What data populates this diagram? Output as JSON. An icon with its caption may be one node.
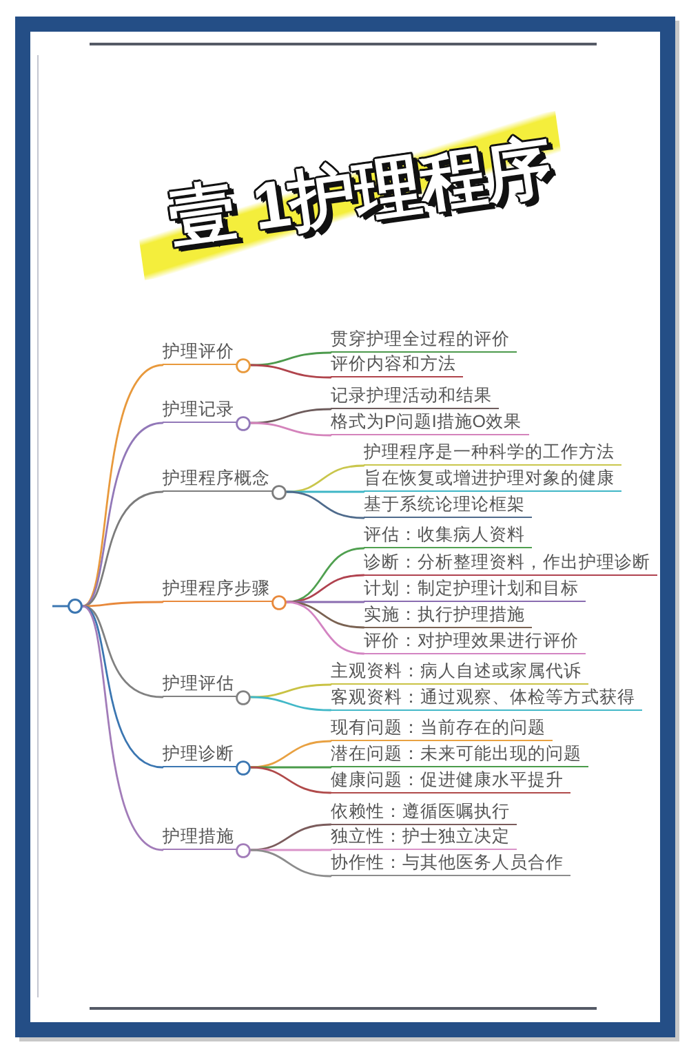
{
  "diagram": {
    "title": "壹 1护理程序",
    "nodes": [
      {
        "text": [],
        "shape": "circle"
      },
      {
        "text": [
          "护理评价"
        ]
      },
      {
        "text": [
          "贯穿护理全过程的评价"
        ]
      },
      {
        "text": [
          "评价内容和方法"
        ]
      },
      {
        "text": [
          "护理记录"
        ]
      },
      {
        "text": [
          "记录护理活动和结果"
        ]
      },
      {
        "text": [
          "格式为P问题I措施O效果"
        ]
      },
      {
        "text": [
          "护理程序概念"
        ]
      },
      {
        "text": [
          "护理程序是一种科学的工作方法"
        ]
      },
      {
        "text": [
          "旨在恢复或增进护理对象的健康"
        ]
      },
      {
        "text": [
          "基于系统论理论框架"
        ]
      },
      {
        "text": [
          "护理程序步骤"
        ]
      },
      {
        "text": [
          "评估：收集病人资料"
        ]
      },
      {
        "text": [
          "诊断：分析整理资料，作出护理诊断"
        ]
      },
      {
        "text": [
          "计划：制定护理计划和目标"
        ]
      },
      {
        "text": [
          "实施：执行护理措施"
        ]
      },
      {
        "text": [
          "评价：对护理效果进行评价"
        ]
      },
      {
        "text": [
          "护理评估"
        ]
      },
      {
        "text": [
          "主观资料：病人自述或家属代诉"
        ]
      },
      {
        "text": [
          "客观资料：通过观察、体检等方式获得"
        ]
      },
      {
        "text": [
          "护理诊断"
        ]
      },
      {
        "text": [
          "现有问题：当前存在的问题"
        ]
      },
      {
        "text": [
          "潜在问题：未来可能出现的问题"
        ]
      },
      {
        "text": [
          "健康问题：促进健康水平提升"
        ]
      },
      {
        "text": [
          "护理措施"
        ]
      },
      {
        "text": [
          "依赖性：遵循医嘱执行"
        ]
      },
      {
        "text": [
          "独立性：护士独立决定"
        ]
      },
      {
        "text": [
          "协作性：与其他医务人员合作"
        ]
      }
    ],
    "edges": [
      {
        "from": 0,
        "to": 1,
        "arrow": "none",
        "color": "#e8993c"
      },
      {
        "from": 1,
        "to": 2,
        "arrow": "none",
        "color": "#4c9a4c"
      },
      {
        "from": 1,
        "to": 3,
        "arrow": "none",
        "color": "#b0444c"
      },
      {
        "from": 0,
        "to": 4,
        "arrow": "none",
        "color": "#9278b8"
      },
      {
        "from": 4,
        "to": 5,
        "arrow": "none",
        "color": "#6e5c5c"
      },
      {
        "from": 4,
        "to": 6,
        "arrow": "none",
        "color": "#d483bb"
      },
      {
        "from": 0,
        "to": 7,
        "arrow": "none",
        "color": "#7c7c7c"
      },
      {
        "from": 7,
        "to": 8,
        "arrow": "none",
        "color": "#c9c64c"
      },
      {
        "from": 7,
        "to": 9,
        "arrow": "none",
        "color": "#3fb6c6"
      },
      {
        "from": 7,
        "to": 10,
        "arrow": "none",
        "color": "#4f6b8c"
      },
      {
        "from": 0,
        "to": 11,
        "arrow": "none",
        "color": "#e8893c"
      },
      {
        "from": 11,
        "to": 12,
        "arrow": "none",
        "color": "#50a050"
      },
      {
        "from": 11,
        "to": 13,
        "arrow": "none",
        "color": "#b0424f"
      },
      {
        "from": 11,
        "to": 14,
        "arrow": "none",
        "color": "#8a6cb0"
      },
      {
        "from": 11,
        "to": 15,
        "arrow": "none",
        "color": "#7a6252"
      },
      {
        "from": 11,
        "to": 16,
        "arrow": "none",
        "color": "#d384c2"
      },
      {
        "from": 0,
        "to": 17,
        "arrow": "none",
        "color": "#818181"
      },
      {
        "from": 17,
        "to": 18,
        "arrow": "none",
        "color": "#c9c244"
      },
      {
        "from": 17,
        "to": 19,
        "arrow": "none",
        "color": "#42b8c8"
      },
      {
        "from": 0,
        "to": 20,
        "arrow": "none",
        "color": "#3b76b1"
      },
      {
        "from": 20,
        "to": 21,
        "arrow": "none",
        "color": "#e8a142"
      },
      {
        "from": 20,
        "to": 22,
        "arrow": "none",
        "color": "#4a9b4a"
      },
      {
        "from": 20,
        "to": 23,
        "arrow": "none",
        "color": "#b04a4a"
      },
      {
        "from": 0,
        "to": 24,
        "arrow": "none",
        "color": "#a27cb9"
      },
      {
        "from": 24,
        "to": 25,
        "arrow": "none",
        "color": "#7b5c5c"
      },
      {
        "from": 24,
        "to": 26,
        "arrow": "none",
        "color": "#d993c9"
      },
      {
        "from": 24,
        "to": 27,
        "arrow": "none",
        "color": "#8c8c8c"
      }
    ]
  }
}
